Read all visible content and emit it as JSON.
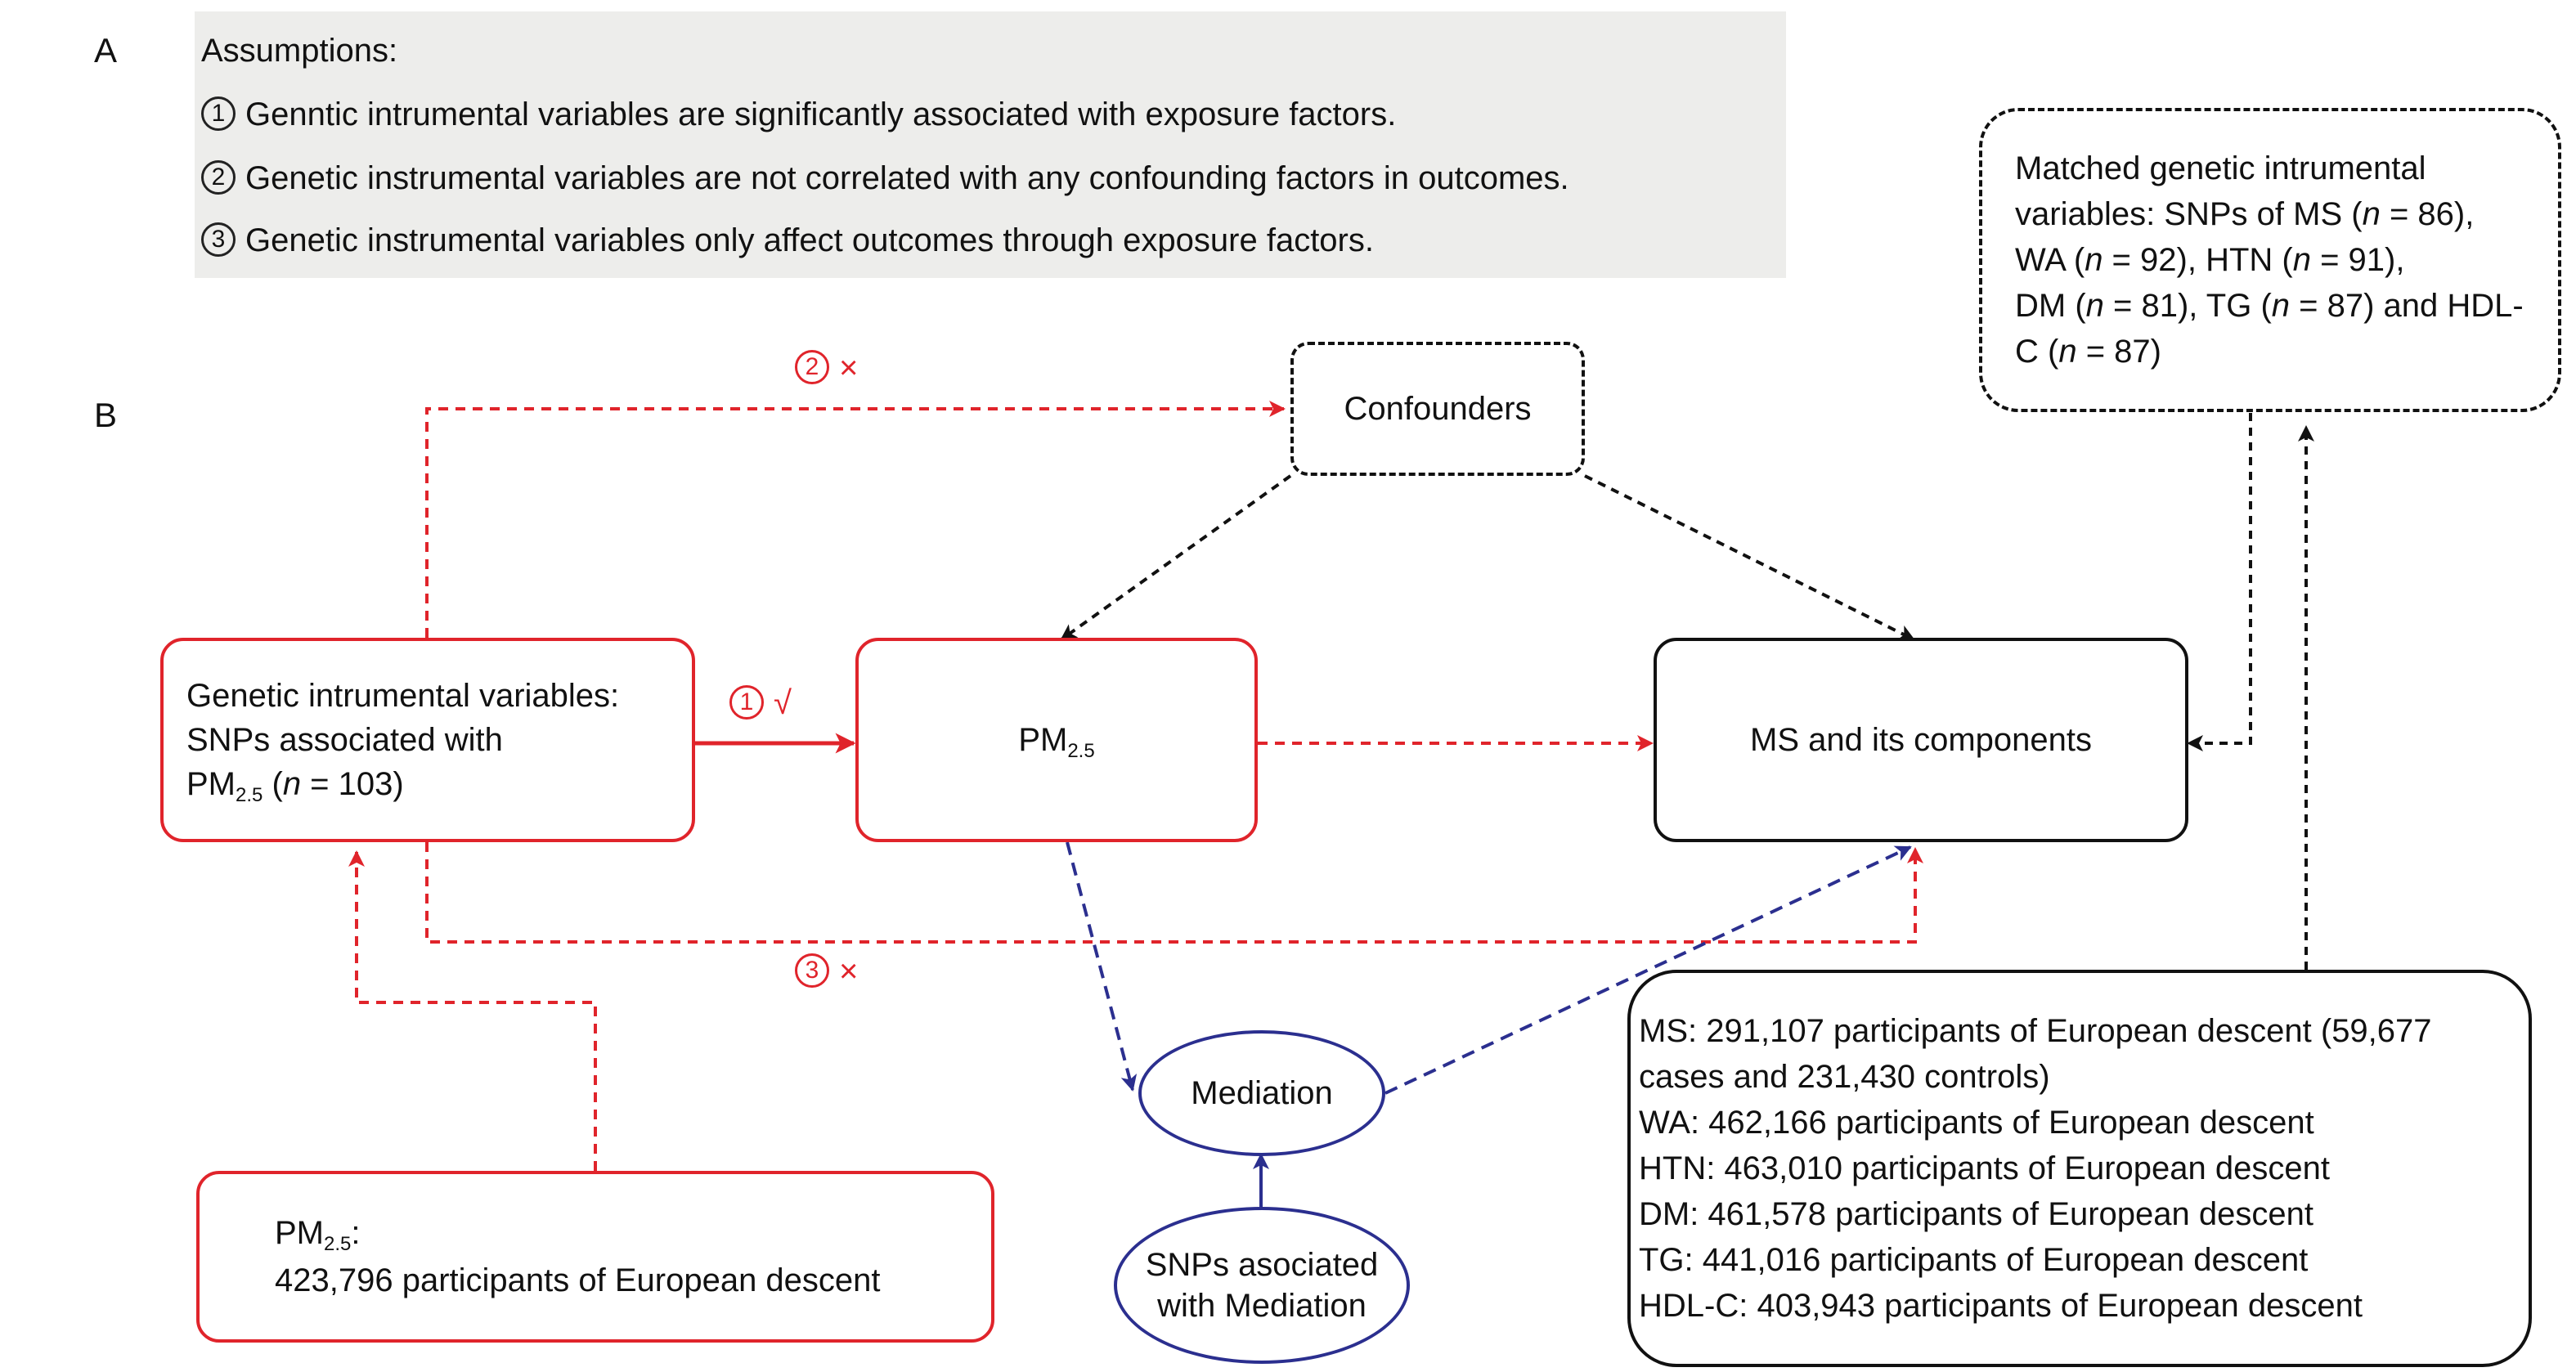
{
  "panel_a": {
    "letter": "A",
    "title": "Assumptions:",
    "items": [
      {
        "num": "1",
        "text": "Genntic intrumental variables are significantly associated with exposure factors."
      },
      {
        "num": "2",
        "text": "Genetic instrumental variables are not correlated with  any confounding factors in outcomes."
      },
      {
        "num": "3",
        "text": "Genetic instrumental variables only affect outcomes through exposure factors."
      }
    ]
  },
  "panel_b": {
    "letter": "B",
    "confounders": "Confounders",
    "iv_box": {
      "line1": "Genetic intrumental variables:",
      "line2": "SNPs associated with",
      "pm": "PM",
      "pm_sub": "2.5",
      "open": " (",
      "n": "n",
      "rest": " = 103)"
    },
    "pm_box": {
      "pm": "PM",
      "pm_sub": "2.5"
    },
    "ms_box": "MS and its components",
    "matched_box": {
      "l1": "Matched genetic intrumental",
      "l2a": "variables: SNPs of MS (",
      "l2n": "n",
      "l2b": " = 86),",
      "l3a": "WA (",
      "l3n": "n",
      "l3b": " = 92), HTN (",
      "l3n2": "n",
      "l3c": " = 91),",
      "l4a": "DM (",
      "l4n": "n",
      "l4b": " = 81), TG (",
      "l4n2": "n",
      "l4c": " = 87) and HDL-",
      "l5a": "C (",
      "l5n": "n",
      "l5b": " = 87)"
    },
    "mediation": "Mediation",
    "snps_mediation": {
      "l1": "SNPs asociated",
      "l2": "with Mediation"
    },
    "pm_gwas": {
      "pm": "PM",
      "pm_sub": "2.5",
      "colon": ":",
      "line2": "423,796 participants of European descent"
    },
    "outcome_gwas": [
      "MS: 291,107 participants of European descent (59,677",
      "cases and 231,430 controls)",
      "WA: 462,166 participants of European descent",
      "HTN: 463,010 participants of European descent",
      "DM:  461,578 participants of European descent",
      "TG: 441,016 participants of European descent",
      "HDL-C:  403,943 participants of European descent"
    ],
    "edge_labels": {
      "a1": {
        "num": "1",
        "mark": "√"
      },
      "a2": {
        "num": "2",
        "mark": "×"
      },
      "a3": {
        "num": "3",
        "mark": "×"
      }
    }
  },
  "colors": {
    "red": "#e0242b",
    "black": "#111111",
    "navy": "#2b2f8f",
    "panel_bg": "#ededeb"
  }
}
